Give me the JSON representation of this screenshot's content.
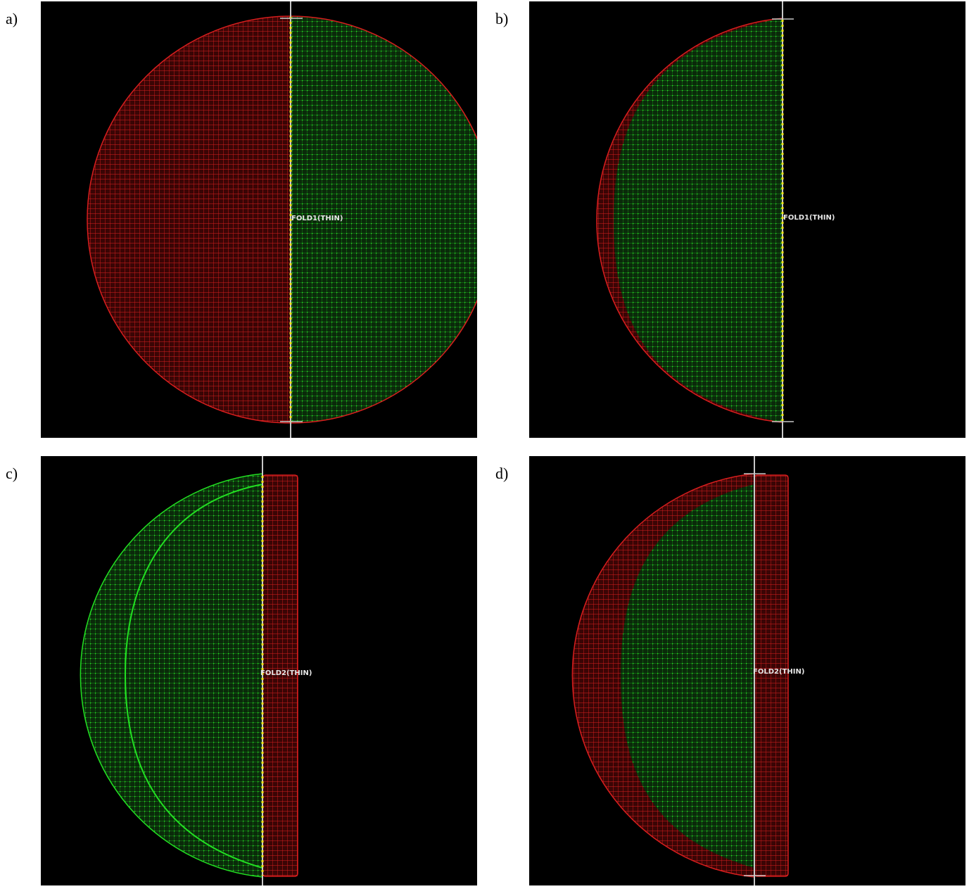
{
  "colors": {
    "background": "#000000",
    "mesh_red": "#d81e1e",
    "mesh_green": "#22e022",
    "fold_yellow": "#f2e61a",
    "fold_line": "#c8c8c8",
    "label_text": "#e6e6e6"
  },
  "panels": [
    {
      "id": "a",
      "label": "a)",
      "fold_label": "FOLD1(THIN)",
      "state": "flat circular blank, left half red, right half green, fold line in yellow"
    },
    {
      "id": "b",
      "label": "b)",
      "fold_label": "FOLD1(THIN)",
      "state": "first fold applied, green half folded over red half"
    },
    {
      "id": "c",
      "label": "c)",
      "fold_label": "FOLD2(THIN)",
      "state": "second fold, green layers on left, red strip at right"
    },
    {
      "id": "d",
      "label": "d)",
      "fold_label": "FOLD2(THIN)",
      "state": "second fold completed, green inner region over red half disk"
    }
  ]
}
